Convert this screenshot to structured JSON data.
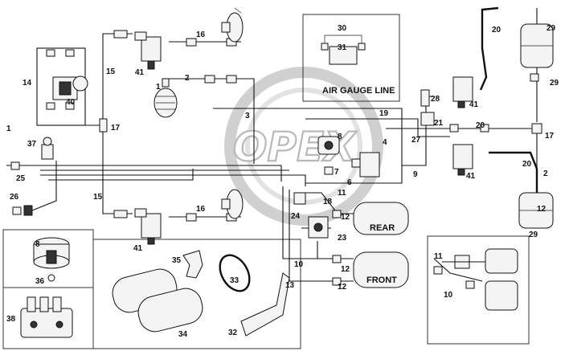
{
  "watermark": "OPEX",
  "notes": {
    "air_gauge_line": "AIR GAUGE LINE",
    "rear": "REAR",
    "front": "FRONT"
  },
  "callouts": {
    "c1a": "1",
    "c1b": "1",
    "c2a": "2",
    "c2b": "2",
    "c3": "3",
    "c4": "4",
    "c6": "6",
    "c7": "7",
    "c8a": "8",
    "c8b": "8",
    "c9": "9",
    "c10a": "10",
    "c10b": "10",
    "c11a": "11",
    "c11b": "11",
    "c12a": "12",
    "c12b": "12",
    "c12c": "12",
    "c12d": "12",
    "c13": "13",
    "c14": "14",
    "c15a": "15",
    "c15b": "15",
    "c16a": "16",
    "c16b": "16",
    "c17a": "17",
    "c17b": "17",
    "c18": "18",
    "c19": "19",
    "c20a": "20",
    "c20b": "20",
    "c20c": "20",
    "c21": "21",
    "c23": "23",
    "c24": "24",
    "c25": "25",
    "c26": "26",
    "c27": "27",
    "c28": "28",
    "c29a": "29",
    "c29b": "29",
    "c29c": "29",
    "c30": "30",
    "c31": "31",
    "c32": "32",
    "c33": "33",
    "c34": "34",
    "c35": "35",
    "c36": "36",
    "c37": "37",
    "c38": "38",
    "c40": "40",
    "c41a": "41",
    "c41b": "41",
    "c41c": "41",
    "c41d": "41"
  }
}
